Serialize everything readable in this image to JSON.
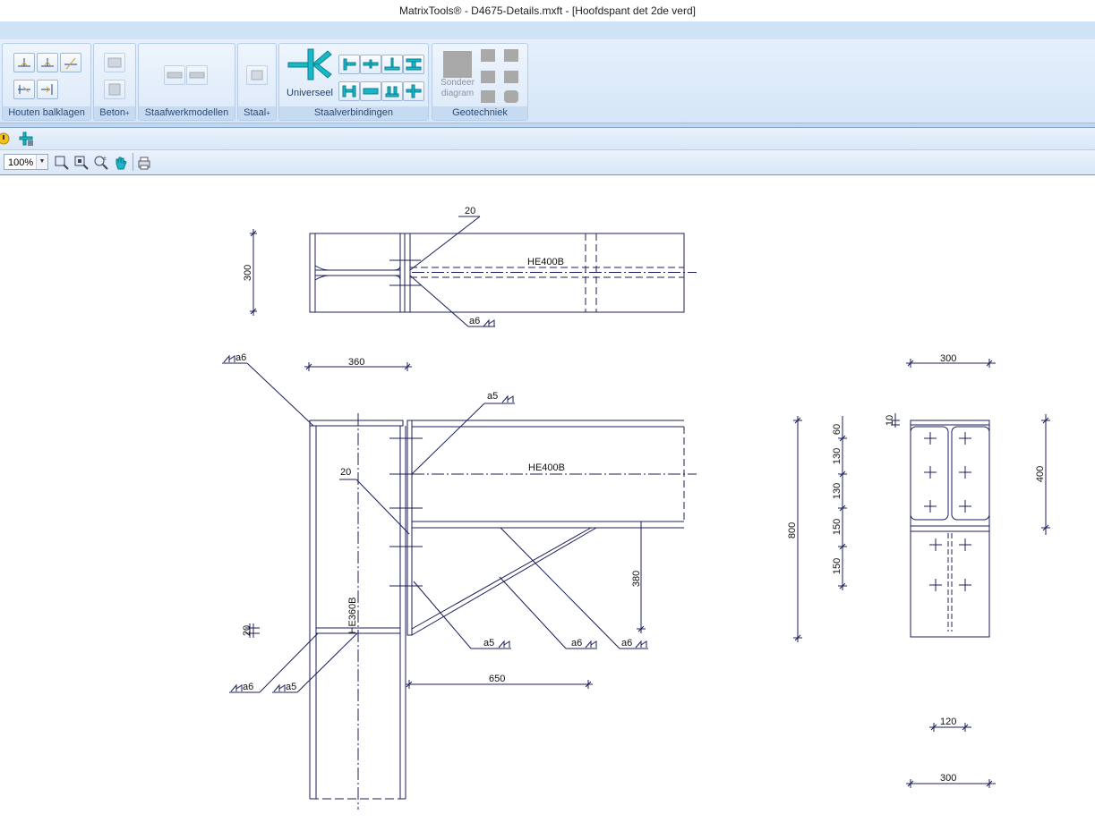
{
  "window": {
    "title": "MatrixTools® - D4675-Details.mxft - [Hoofdspant det 2de verd]"
  },
  "ribbon": {
    "groups": {
      "houten_balklagen": "Houten balklagen",
      "beton": "Beton",
      "staafwerkmodellen": "Staafwerkmodellen",
      "staal": "Staal",
      "staalverbindingen": "Staalverbindingen",
      "geotechniek": "Geotechniek"
    },
    "universeel_label": "Universeel",
    "sondeer_line1": "Sondeer",
    "sondeer_line2": "diagram"
  },
  "toolbar": {
    "zoom_value": "100%"
  },
  "drawing": {
    "top_view": {
      "dim_height": "300",
      "weld_ref": "20",
      "profile": "HE400B",
      "weld": "a6"
    },
    "side_view": {
      "top_weld": "a6",
      "dim_width": "360",
      "weld_beam": "a5",
      "weld_ref": "20",
      "beam_profile": "HE400B",
      "column_profile": "HE360B",
      "dim_haunch_height": "380",
      "weld_haunch_a5": "a5",
      "weld_haunch_a6_1": "a6",
      "weld_haunch_a6_2": "a6",
      "dim_stiffener": "20",
      "weld_bottom_a6": "a6",
      "weld_bottom_a5": "a5",
      "dim_haunch_length": "650"
    },
    "dims_vertical": {
      "total": "800",
      "d1": "60",
      "d2": "130",
      "d3": "130",
      "d4": "150",
      "d5": "150"
    },
    "end_plate": {
      "dim_top": "300",
      "dim_thk": "10",
      "dim_right": "400",
      "dim_mid": "120",
      "dim_bottom": "300"
    }
  }
}
